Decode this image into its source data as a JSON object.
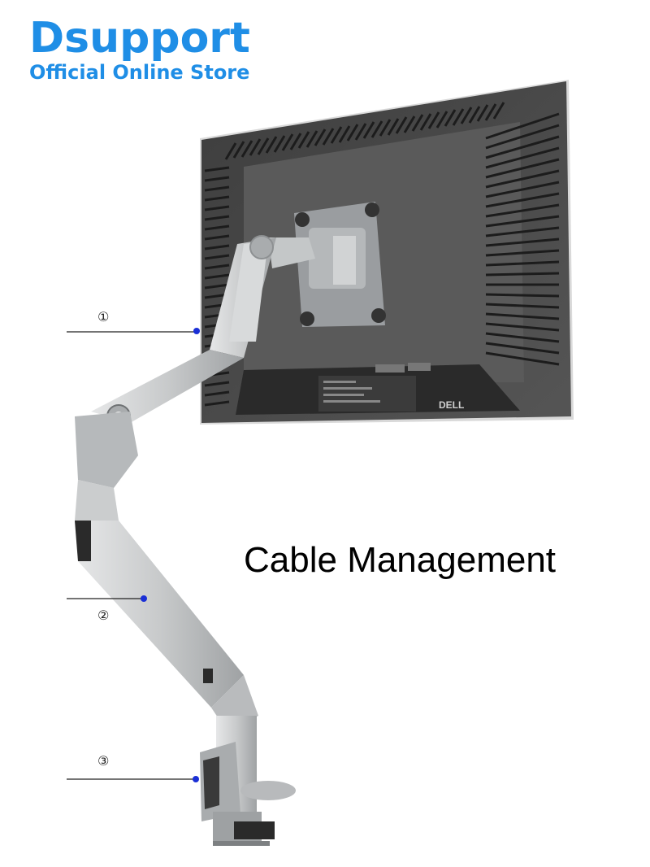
{
  "brand": {
    "name": "Dsupport",
    "tagline": "Official Online Store",
    "color": "#1f8ee6"
  },
  "caption": "Cable Management",
  "callouts": [
    {
      "label": "①"
    },
    {
      "label": "②"
    },
    {
      "label": "③"
    }
  ],
  "monitor": {
    "brand_mark": "DELL"
  },
  "colors": {
    "monitor_body": "#4a4a4a",
    "arm_silver": "#c9cbcc",
    "pointer_blue": "#1a2fd6"
  }
}
